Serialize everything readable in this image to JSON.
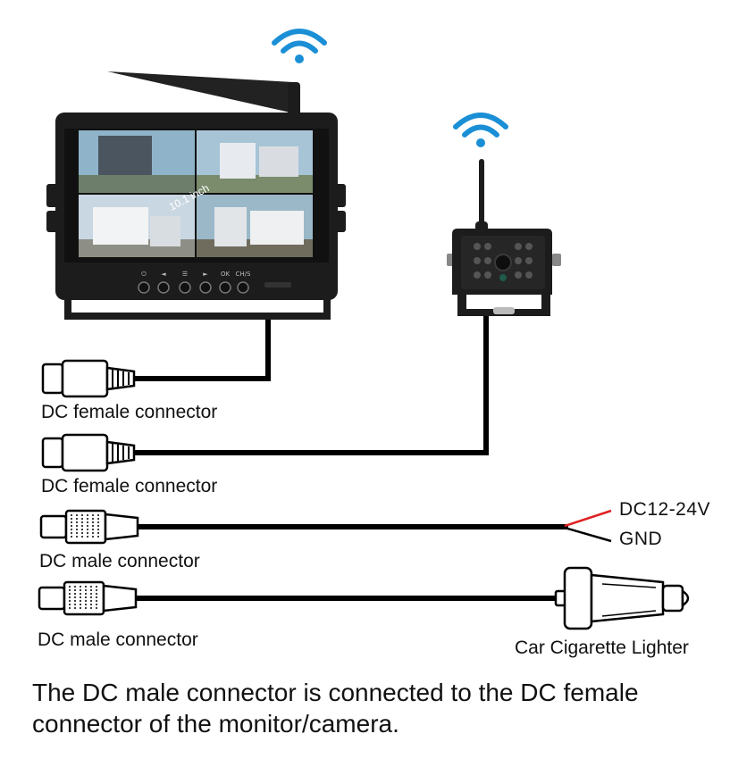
{
  "monitor": {
    "screen_label": "10.1 inch",
    "button_labels": [
      "⏻",
      "◄",
      "☰",
      "►",
      "OK",
      "CH/S"
    ]
  },
  "connectors": {
    "monitor_female_label": "DC female connector",
    "camera_female_label": "DC female connector",
    "power_male_label": "DC male connector",
    "lighter_male_label": "DC male connector"
  },
  "wires": {
    "red_label": "DC12-24V",
    "black_label": "GND"
  },
  "lighter": {
    "label": "Car Cigarette Lighter"
  },
  "caption": {
    "line1": "The DC male connector is connected to the DC female",
    "line2": "connector of the monitor/camera."
  },
  "colors": {
    "wifi": "#1a8fd6",
    "cable": "#000000",
    "red_wire": "#e02020",
    "monitor_body": "#1c1c1c",
    "sky": "#8fb4c9"
  },
  "icons": [
    "wifi-icon",
    "wifi-icon"
  ]
}
